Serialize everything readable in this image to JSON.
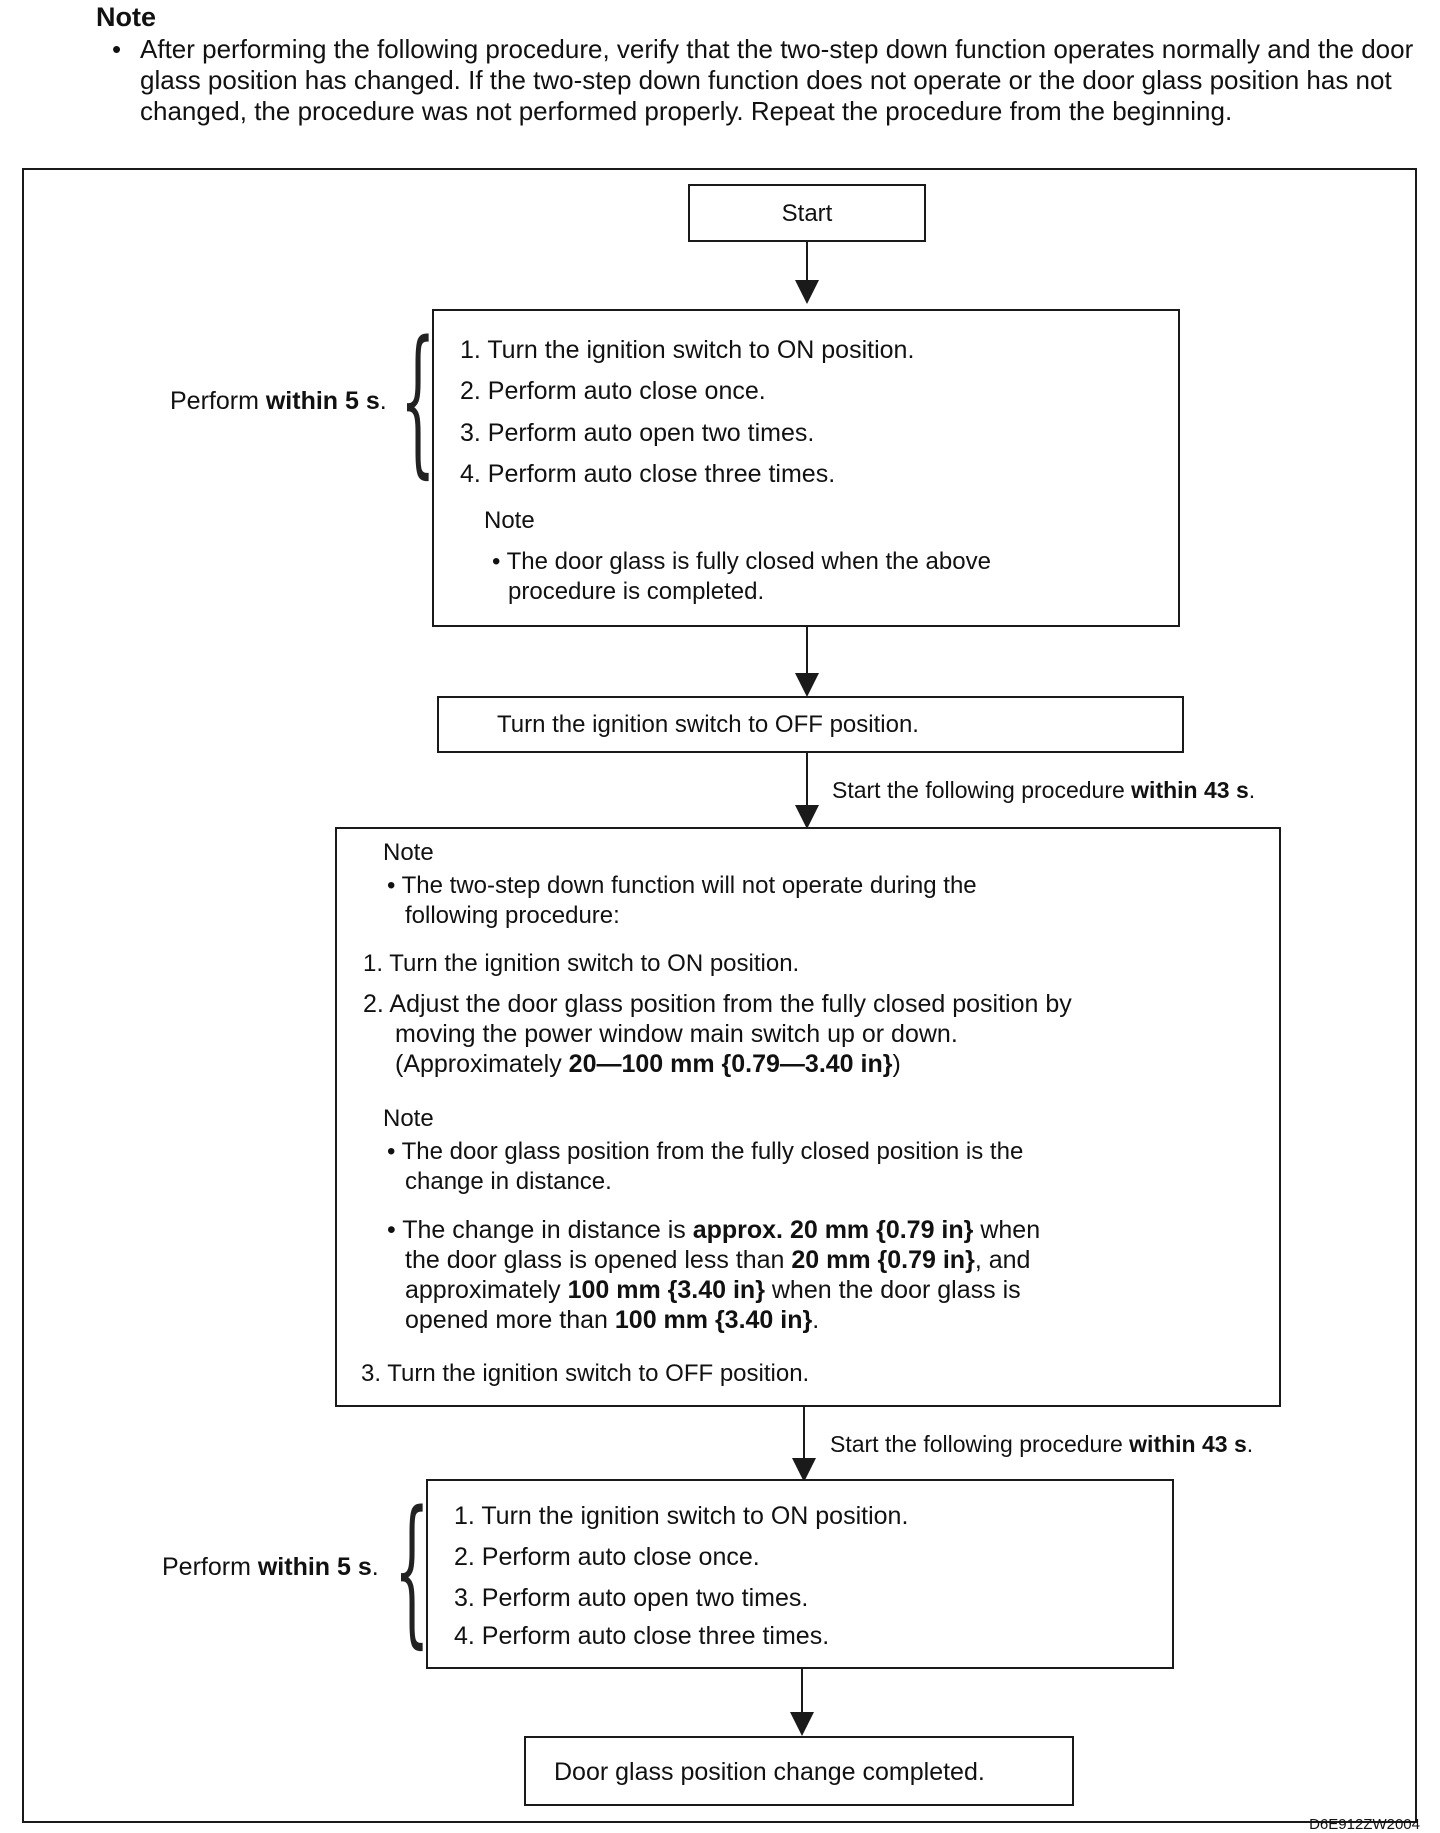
{
  "top_note": {
    "title": "Note",
    "bullet": "•",
    "text": "After performing the following procedure, verify that the two-step down function operates normally and the door glass position has changed. If the two-step down function does not operate or the door glass position has not changed, the procedure was not performed properly. Repeat the procedure from the beginning."
  },
  "start": "Start",
  "block1": {
    "side_label_pre": "Perform ",
    "side_label_bold": "within 5 s",
    "side_label_post": ".",
    "steps": [
      "1.  Turn the ignition switch to ON position.",
      "2.  Perform auto close once.",
      "3.  Perform auto open two times.",
      "4.  Perform auto close three times."
    ],
    "note_label": "Note",
    "note_line1": "• The door glass is fully closed when the above",
    "note_line2": "procedure is completed."
  },
  "off_box": "Turn the ignition switch to OFF position.",
  "timing1": {
    "pre": "Start the following procedure ",
    "bold": "within 43 s",
    "post": "."
  },
  "block2": {
    "note1_label": "Note",
    "note1_line1": "• The two-step down function will not operate during the",
    "note1_line2": "following procedure:",
    "step1": "1.  Turn the ignition switch to ON position.",
    "step2_line1": "2.  Adjust the door glass position from the fully closed position by",
    "step2_line2": "moving the power window main switch up or down.",
    "step2_line3_pre": "(Approximately ",
    "step2_line3_bold": "20—100 mm {0.79—3.40 in}",
    "step2_line3_post": ")",
    "note2_label": "Note",
    "note2_b1_line1": "• The door glass position from the fully closed position is the",
    "note2_b1_line2": "change in distance.",
    "note2_b2_l1_a": "• The change in distance is ",
    "note2_b2_l1_b": "approx. 20 mm {0.79 in}",
    "note2_b2_l1_c": " when",
    "note2_b2_l2_a": "the door glass is opened less than ",
    "note2_b2_l2_b": "20 mm {0.79 in}",
    "note2_b2_l2_c": ", and",
    "note2_b2_l3_a": "approximately ",
    "note2_b2_l3_b": "100 mm {3.40 in}",
    "note2_b2_l3_c": " when the door glass is",
    "note2_b2_l4_a": "opened more than ",
    "note2_b2_l4_b": "100 mm {3.40 in}",
    "note2_b2_l4_c": ".",
    "step3": "3. Turn the ignition switch to OFF position."
  },
  "timing2": {
    "pre": "Start the following procedure ",
    "bold": "within 43 s",
    "post": "."
  },
  "block3": {
    "side_label_pre": "Perform ",
    "side_label_bold": "within 5 s",
    "side_label_post": ".",
    "steps": [
      "1.  Turn the ignition switch to ON position.",
      "2.  Perform auto close once.",
      "3.  Perform auto open two times.",
      "4.  Perform auto close three times."
    ]
  },
  "end": "Door glass position change completed.",
  "figure_code": "D6E912ZW2004"
}
